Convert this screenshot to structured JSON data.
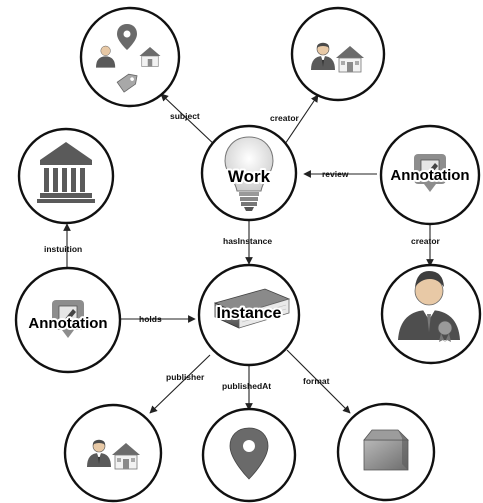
{
  "nodes": {
    "work": {
      "label": "Work",
      "icon": "lightbulb-icon"
    },
    "instance": {
      "label": "Instance",
      "icon": "book-icon"
    },
    "annotation_right": {
      "label": "Annotation",
      "icon": "annotation-icon"
    },
    "annotation_left": {
      "label": "Annotation",
      "icon": "annotation-icon"
    },
    "subject_node": {
      "icon": "person-pin-house-tag-icon"
    },
    "creator_top": {
      "icon": "person-house-icon"
    },
    "institution_node": {
      "icon": "institution-building-icon"
    },
    "creator_right": {
      "icon": "award-person-icon"
    },
    "publisher_node": {
      "icon": "person-house-icon"
    },
    "publishedat_node": {
      "icon": "map-pin-icon"
    },
    "format_node": {
      "icon": "package-icon"
    }
  },
  "edges": {
    "subject": "subject",
    "creator_top": "creator",
    "review": "review",
    "hasinstance": "hasInstance",
    "creator_right": "creator",
    "instution": "instuition",
    "holds": "holds",
    "publisher": "publisher",
    "publishedat": "publishedAt",
    "format": "format"
  },
  "colors": {
    "stroke": "#111111",
    "icon_gray": "#5a5a5a",
    "icon_light": "#bdbdbd",
    "pin_red": "#e05a44",
    "house_gray": "#6b6b6b"
  }
}
